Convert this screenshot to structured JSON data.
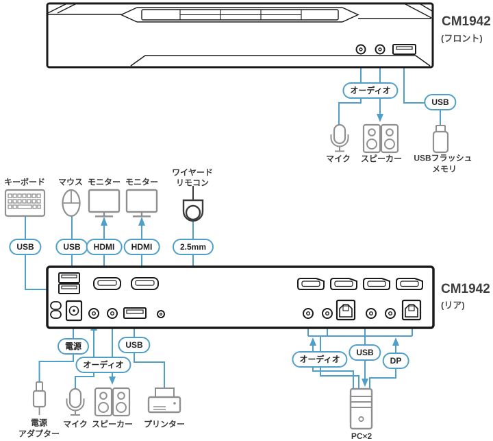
{
  "device": {
    "model": "CM1942",
    "front_suffix": "(フロント)",
    "rear_suffix": "(リア)"
  },
  "front": {
    "audio_pill": "オーディオ",
    "usb_pill": "USB",
    "mic_label": "マイク",
    "speaker_label": "スピーカー",
    "flash_label_1": "USBフラッシュ",
    "flash_label_2": "メモリ"
  },
  "peripherals": {
    "keyboard_label": "キーボード",
    "mouse_label": "マウス",
    "monitor1_label": "モニター",
    "monitor2_label": "モニター",
    "remote_label_1": "ワイヤード",
    "remote_label_2": "リモコン",
    "keyboard_pill": "USB",
    "mouse_pill": "USB",
    "hdmi1_pill": "HDMI",
    "hdmi2_pill": "HDMI",
    "remote_pill": "2.5mm"
  },
  "rear_bottom_left": {
    "power_pill": "電源",
    "audio_pill": "オーディオ",
    "usb_pill": "USB",
    "adapter_label_1": "電源",
    "adapter_label_2": "アダプター",
    "mic_label": "マイク",
    "speaker_label": "スピーカー",
    "printer_label": "プリンター"
  },
  "rear_bottom_right": {
    "audio_pill": "オーディオ",
    "usb_pill": "USB",
    "dp_pill": "DP",
    "pc_label": "PC×2"
  },
  "colors": {
    "accent_blue": "#4f9fc8",
    "panel_outline": "#1a1a1a",
    "icon_gray": "#8f8f8f",
    "label_text": "#3a3a3a"
  }
}
